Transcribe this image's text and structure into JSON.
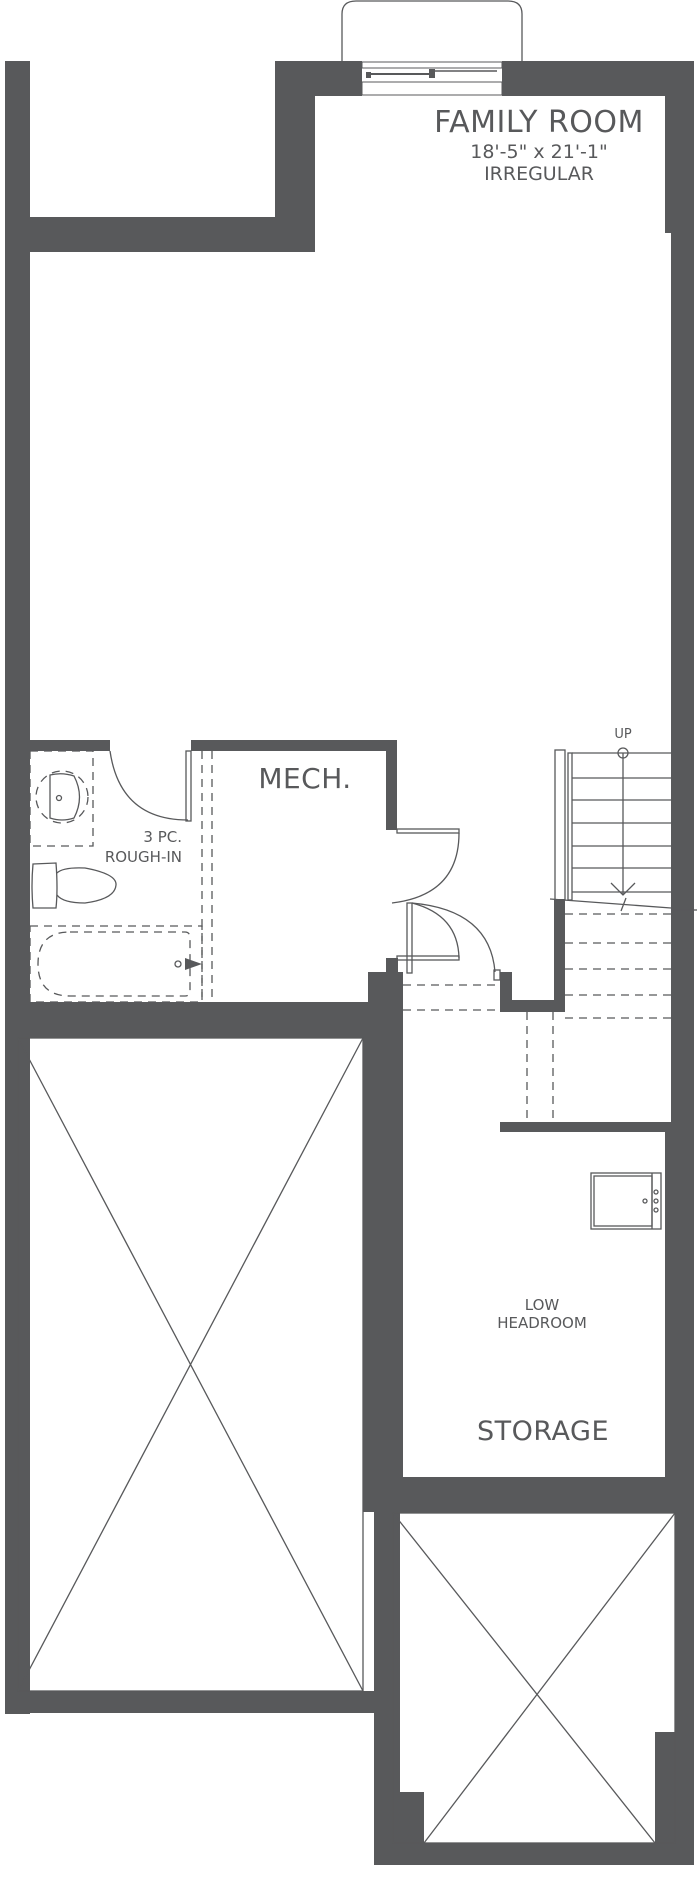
{
  "plan": {
    "wall_color": "#58595b",
    "background": "#ffffff"
  },
  "rooms": {
    "family_room": {
      "name": "FAMILY ROOM",
      "dimensions": "18'-5\" x 21'-1\"",
      "note": "IRREGULAR"
    },
    "mech": {
      "name": "MECH."
    },
    "bathroom": {
      "line1": "3 PC.",
      "line2": "ROUGH-IN"
    },
    "storage": {
      "name": "STORAGE",
      "note_line1": "LOW",
      "note_line2": "HEADROOM"
    }
  },
  "stairs": {
    "direction_label": "UP"
  }
}
